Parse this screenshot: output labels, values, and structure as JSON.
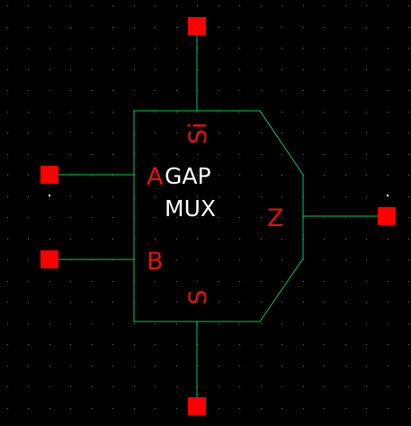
{
  "view": {
    "background": "#000000",
    "grid_dot_color": "#6e6e6e",
    "highlight_dot_color": "#ffffff"
  },
  "colors": {
    "body_outline": "#00c853",
    "wire": "#00c853",
    "pin_square": "#ff0000",
    "pin_label": "#e01010",
    "cell_label": "#ffffff"
  },
  "cell": {
    "name_line1": "GAP",
    "name_line2": "MUX"
  },
  "pins": {
    "a": {
      "label": "A"
    },
    "b": {
      "label": "B"
    },
    "si": {
      "label": "Si"
    },
    "s": {
      "label": "S"
    },
    "z": {
      "label": "Z"
    }
  }
}
